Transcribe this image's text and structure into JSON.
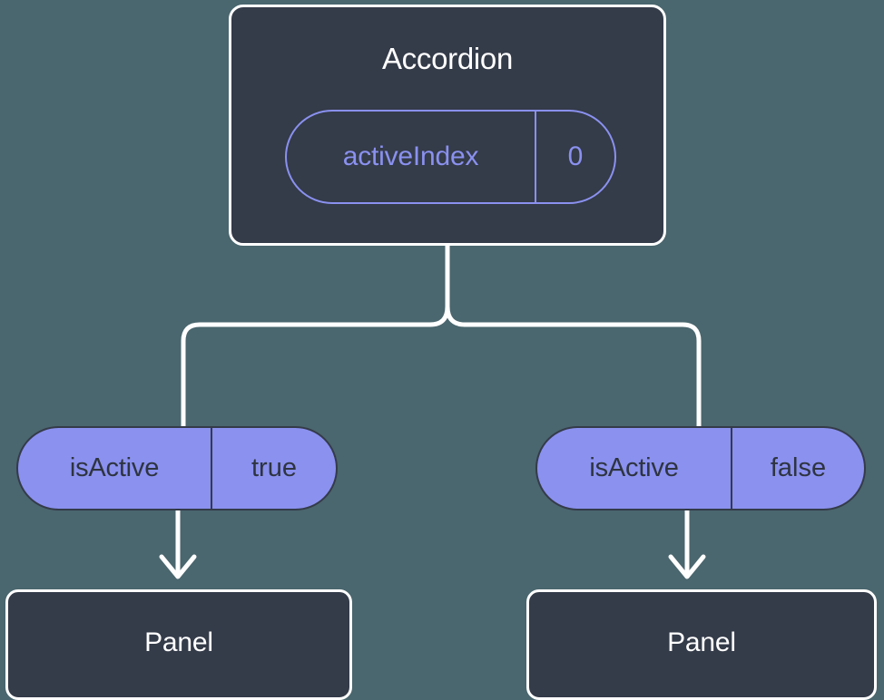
{
  "diagram": {
    "type": "component-tree",
    "background_color": "#4a666e",
    "node_color": "#343b49",
    "accent_color": "#8a91ef",
    "stroke_color": "#ffffff",
    "root": {
      "title": "Accordion",
      "state_badge": {
        "key": "activeIndex",
        "value": "0"
      }
    },
    "branches": [
      {
        "side": "left",
        "prop_badge": {
          "key": "isActive",
          "value": "true"
        },
        "leaf": {
          "title": "Panel"
        }
      },
      {
        "side": "right",
        "prop_badge": {
          "key": "isActive",
          "value": "false"
        },
        "leaf": {
          "title": "Panel"
        }
      }
    ]
  }
}
